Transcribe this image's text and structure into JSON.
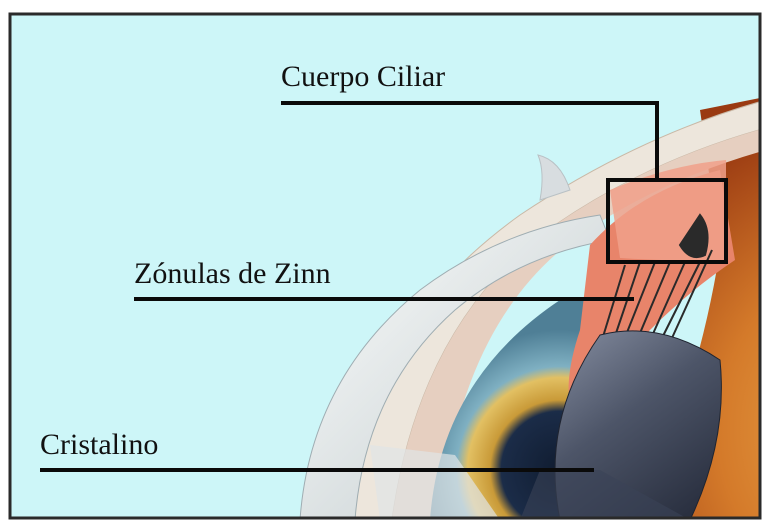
{
  "labels": {
    "ciliary_body": "Cuerpo Ciliar",
    "zonules": "Zónulas de Zinn",
    "lens": "Cristalino"
  },
  "colors": {
    "background": "#cdf6f8",
    "frame": "#2a2a2a",
    "leader_line": "#0a0a0a",
    "sclera": "#eee8df",
    "ciliary_tissue": "#e8846a",
    "iris_blue": "#6f9fb4",
    "iris_gold": "#d4a94a",
    "lens": "#5e6678",
    "interior": "#b8531e"
  },
  "icons": [
    "eye-cross-section-illustration"
  ]
}
